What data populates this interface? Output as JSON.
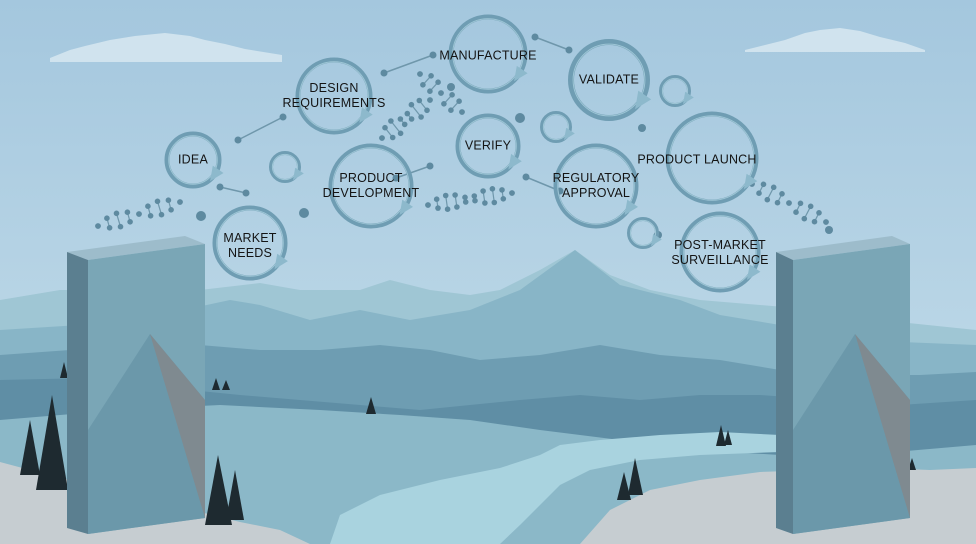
{
  "stages": {
    "idea": "IDEA",
    "market_needs": [
      "MARKET",
      "NEEDS"
    ],
    "design_requirements": [
      "DESIGN",
      "REQUIREMENTS"
    ],
    "product_development": [
      "PRODUCT",
      "DEVELOPMENT"
    ],
    "manufacture": "MANUFACTURE",
    "verify": "VERIFY",
    "validate": "VALIDATE",
    "regulatory_approval": [
      "REGULATORY",
      "APPROVAL"
    ],
    "product_launch": "PRODUCT LAUNCH",
    "post_market_surveillance": [
      "POST-MARKET",
      "SURVEILLANCE"
    ]
  },
  "colors": {
    "sky": "#a9cbe0",
    "ring": "#6f9db3",
    "ring_arrow": "#8db9cc",
    "connector": "#6f97ab",
    "dot": "#5e8aa0",
    "pillar_front": "#7aa6b6",
    "pillar_side": "#4e7283",
    "pillar_shadow": "#7f8a90",
    "river": "#a8d4e0",
    "snow": "#c8cfd3",
    "tree": "#1e2a30"
  }
}
